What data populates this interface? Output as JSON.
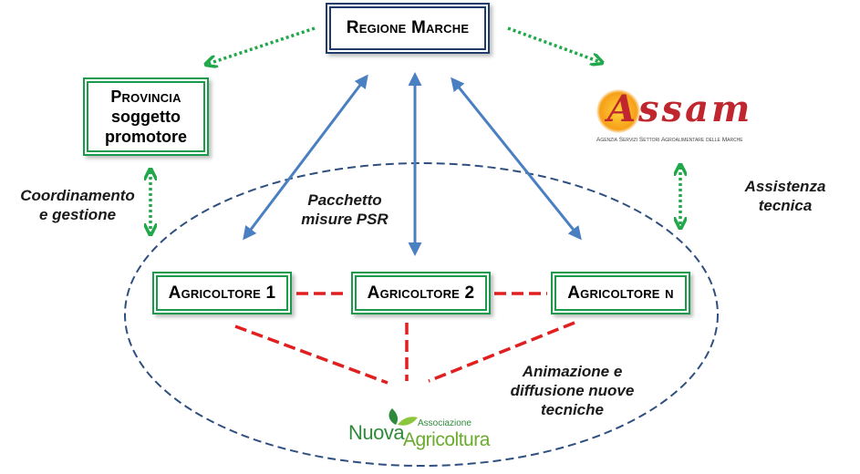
{
  "nodes": {
    "regione": "Regione Marche",
    "provincia_line1": "Provincia",
    "provincia_line2": "soggetto",
    "provincia_line3": "promotore",
    "agricoltore_1": "Agricoltore 1",
    "agricoltore_2": "Agricoltore 2",
    "agricoltore_n": "Agricoltore n"
  },
  "labels": {
    "coordinamento_line1": "Coordinamento",
    "coordinamento_line2": "e gestione",
    "pacchetto_line1": "Pacchetto",
    "pacchetto_line2": "misure PSR",
    "assistenza_line1": "Assistenza",
    "assistenza_line2": "tecnica",
    "animazione_line1": "Animazione e",
    "animazione_line2": "diffusione nuove",
    "animazione_line3": "tecniche"
  },
  "logos": {
    "assam_name": "Assam",
    "assam_subtitle": "Agenzia Servizi Settori Agroalimentare delle Marche",
    "nuova_association": "Associazione",
    "nuova_word1": "Nuova",
    "nuova_word2": "Agricoltura"
  },
  "colors": {
    "green_box": "#1a9a4a",
    "navy_box": "#1f3b6b",
    "blue_arrow": "#4a7fc1",
    "green_arrow": "#20a84a",
    "red_dash": "#e02020",
    "ellipse": "#2f4f7f"
  }
}
